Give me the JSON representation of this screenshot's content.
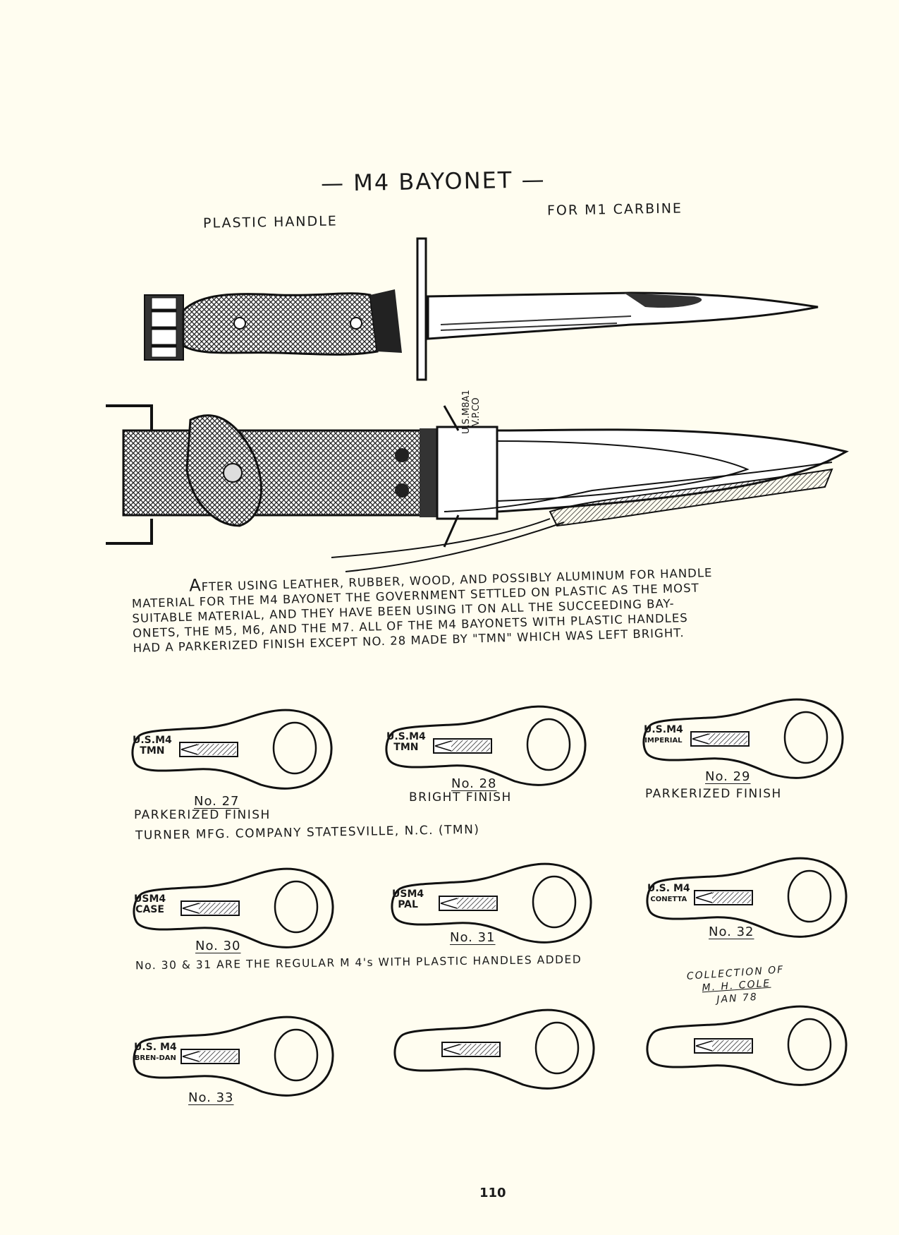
{
  "header": {
    "title": "— M4  BAYONET —",
    "subtitle_left": "PLASTIC  HANDLE",
    "subtitle_right": "FOR M1 CARBINE"
  },
  "scabbard_stamp": [
    "U.S.M8A1",
    "V.P.CO"
  ],
  "paragraph": {
    "lines": [
      "fter using leather, rubber, wood, and possibly aluminum for handle",
      "material for the M4 bayonet the government settled on plastic as the most",
      "suitable material, and they have been using it on all the succeeding bay-",
      "onets, the M5, M6, and the M7.  All of the M4 bayonets with plastic handles",
      "had a parkerized finish except No. 28 made by \"TMN\" which was left bright."
    ],
    "dropcap": "A"
  },
  "handles": [
    {
      "stamp": [
        "U.S.M4",
        "TMN"
      ],
      "number": "No. 27",
      "finish": "PARKERIZED  FINISH"
    },
    {
      "stamp": [
        "U.S.M4",
        "TMN"
      ],
      "number": "No. 28",
      "finish": "BRIGHT   FINISH"
    },
    {
      "stamp": [
        "U.S.M4",
        "IMPERIAL"
      ],
      "number": "No. 29",
      "finish": "PARKERIZED  FINISH"
    },
    {
      "stamp": [
        "USM4",
        "CASE"
      ],
      "number": "No. 30",
      "finish": ""
    },
    {
      "stamp": [
        "USM4",
        "PAL"
      ],
      "number": "No. 31",
      "finish": ""
    },
    {
      "stamp": [
        "U.S. M4",
        "CONETTA"
      ],
      "number": "No. 32",
      "finish": ""
    },
    {
      "stamp": [
        "U.S. M4",
        "BREN-DAN"
      ],
      "number": "No. 33",
      "finish": ""
    },
    {
      "stamp": [],
      "number": "",
      "finish": ""
    },
    {
      "stamp": [],
      "number": "",
      "finish": ""
    }
  ],
  "captions": {
    "turner": "TURNER  MFG. COMPANY  STATESVILLE, N.C.  (TMN)",
    "note_30_31": "No. 30 & 31 ARE THE REGULAR  M 4's  WITH PLASTIC HANDLES  ADDED"
  },
  "collection": [
    "COLLECTION  OF",
    "M. H. COLE",
    "JAN  78"
  ],
  "page_number": "110"
}
